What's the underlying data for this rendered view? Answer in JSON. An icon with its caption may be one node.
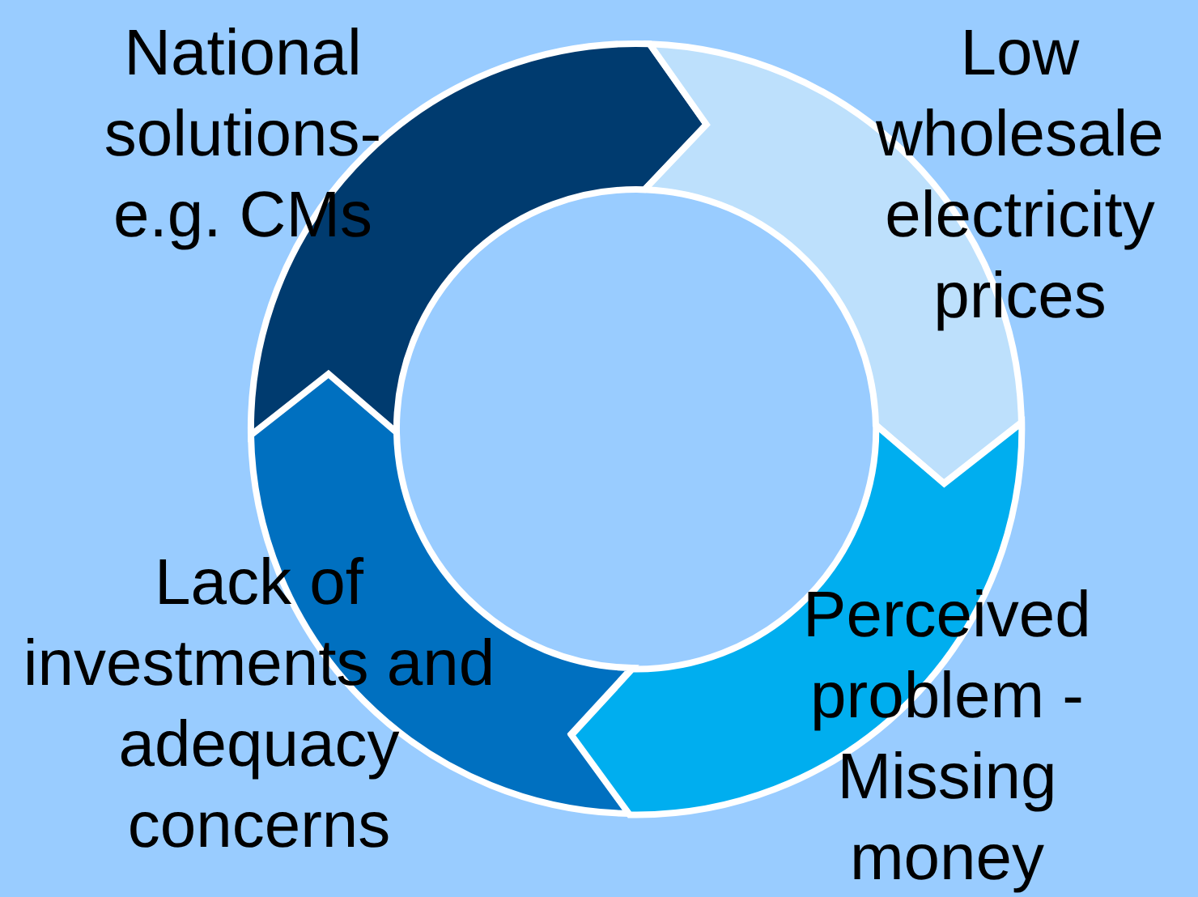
{
  "diagram": {
    "nodes": [
      {
        "text": [
          "National solutions- e.g. CMs"
        ]
      },
      {
        "text": [
          "Low wholesale electricity prices"
        ]
      },
      {
        "text": [
          "Lack of investments and adequacy concerns"
        ]
      },
      {
        "text": [
          "Perceived problem - Missing money"
        ]
      }
    ]
  }
}
